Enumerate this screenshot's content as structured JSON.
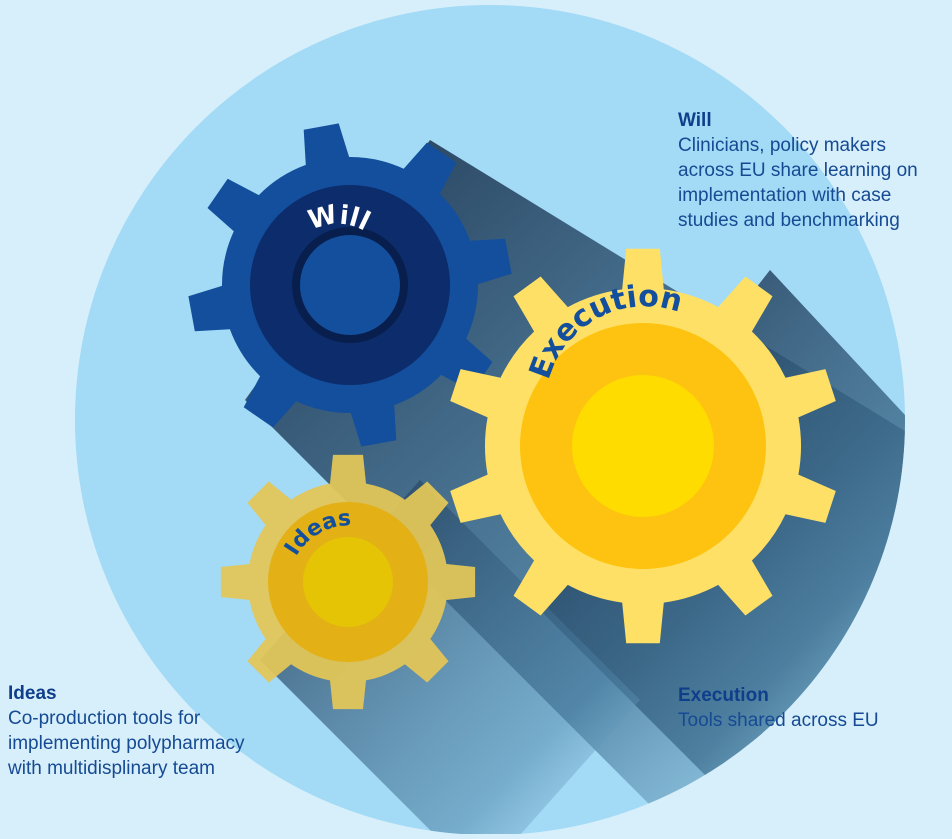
{
  "gears": {
    "will": {
      "label": "Will"
    },
    "execution": {
      "label": "Execution"
    },
    "ideas": {
      "label": "Ideas"
    }
  },
  "captions": {
    "will": {
      "title": "Will",
      "lines": [
        "Clinicians, policy makers",
        "across EU share learning on",
        "implementation with case",
        "studies and benchmarking"
      ]
    },
    "ideas": {
      "title": "Ideas",
      "lines": [
        "Co-production tools for",
        "implementing polypharmacy",
        "with multidisplinary team"
      ]
    },
    "execution": {
      "title": "Execution",
      "lines": [
        "Tools shared across EU"
      ]
    }
  },
  "colors": {
    "background": "#d6effb",
    "circle": "#a3daf5",
    "will_gear": "#134f9d",
    "will_inner": "#0c2c6b",
    "yellow_gear": "#ffe066",
    "yellow_ring": "#fec310",
    "yellow_center": "#ffdc00",
    "text_blue": "#164a93"
  }
}
